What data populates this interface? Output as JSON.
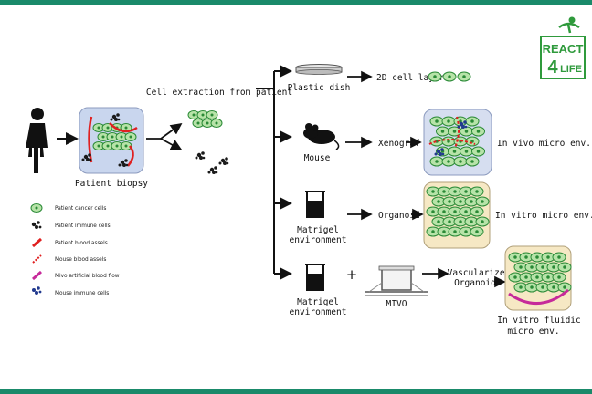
{
  "colors": {
    "teal_bar": "#1a8a6a",
    "cell_fill": "#b7e3a8",
    "cell_stroke": "#2a8a36",
    "biopsy_bg": "#c9d6ee",
    "xeno_bg": "#d6def0",
    "organoid_bg": "#f6e8c4",
    "blood_red": "#e02020",
    "magenta": "#c62a9a",
    "immune_dark": "#1a1a1a",
    "mouse_immune": "#223a8f",
    "logo_green": "#2f9a3c"
  },
  "logo": {
    "line1": "REACT",
    "line2_number": "4",
    "line2_text": "LIFE"
  },
  "labels": {
    "patient_biopsy": "Patient biopsy",
    "cell_extraction": "Cell extraction from patient",
    "plastic_dish": "Plastic dish",
    "cell_layer_2d": "2D cell layer",
    "mouse": "Mouse",
    "xenograft": "Xenograf",
    "in_vivo": "In vivo micro env.",
    "matrigel_1": "Matrigel",
    "environment_1": "environment",
    "organoid": "Organoid",
    "in_vitro": "In vitro micro env.",
    "matrigel_2": "Matrigel",
    "environment_2": "environment",
    "plus": "+",
    "mivo": "MIVO",
    "vascularized": "Vascularized",
    "organoid_2": "Organoid",
    "in_vitro_fluidic_1": "In vitro fluidic",
    "in_vitro_fluidic_2": "micro env."
  },
  "legend": [
    {
      "label": "Patient cancer cells",
      "icon": "cancer-cell-icon"
    },
    {
      "label": "Patient immune cells",
      "icon": "patient-immune-cell-icon"
    },
    {
      "label": "Patient blood assels",
      "icon": "patient-blood-vessel-icon"
    },
    {
      "label": "Mouse blood assels",
      "icon": "mouse-blood-vessel-icon"
    },
    {
      "label": "Mivo artificial blood flow",
      "icon": "artificial-flow-icon"
    },
    {
      "label": "Mouse immune cells",
      "icon": "mouse-immune-cell-icon"
    }
  ]
}
